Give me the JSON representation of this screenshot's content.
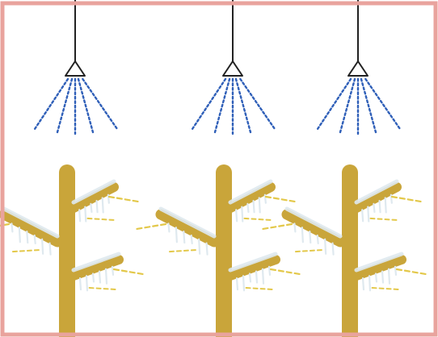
{
  "diagram": {
    "frame_color": "#e9a39d",
    "background_color": "#ffffff",
    "pipe_color": "#222222",
    "spray_color": "#2f5fb8",
    "tree_color": "#c9a53a",
    "ice_color": "#dfe9ef",
    "drip_color": "#e3c84a",
    "sprinklers": [
      {
        "icon": "sprinkler-nozzle-icon",
        "spray": "water-spray-lines"
      },
      {
        "icon": "sprinkler-nozzle-icon",
        "spray": "water-spray-lines"
      },
      {
        "icon": "sprinkler-nozzle-icon",
        "spray": "water-spray-lines"
      }
    ],
    "trees": [
      {
        "icon": "iced-tree-icon"
      },
      {
        "icon": "iced-tree-icon"
      },
      {
        "icon": "iced-tree-icon"
      }
    ]
  }
}
